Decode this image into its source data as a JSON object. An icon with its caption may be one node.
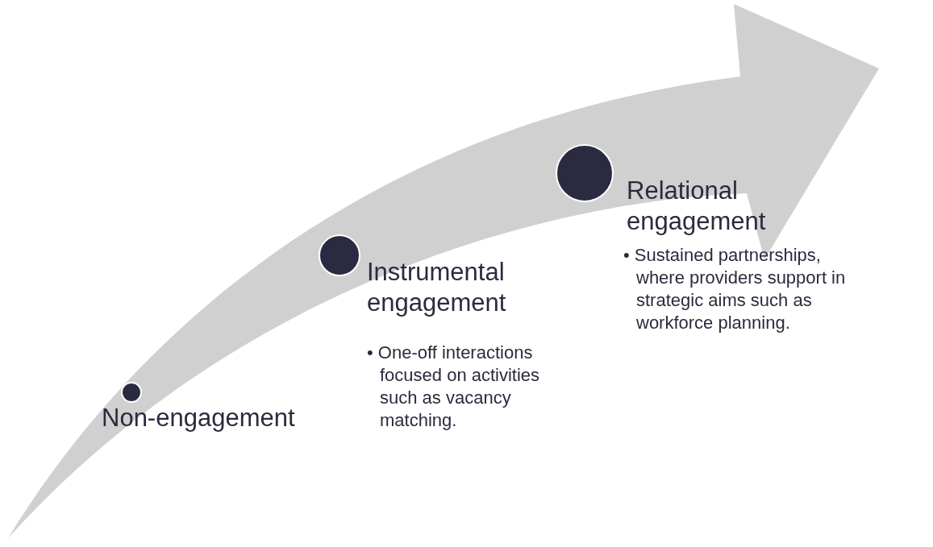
{
  "diagram": {
    "nodes": [
      {
        "text": [
          "Non-engagement"
        ]
      },
      {
        "text": [
          "Instrumental engagement",
          "• One-off interactions focused on activities such as vacancy matching."
        ]
      },
      {
        "text": [
          "Relational engagement",
          "• Sustained partnerships, where providers support in strategic aims such as workforce planning."
        ]
      }
    ]
  }
}
